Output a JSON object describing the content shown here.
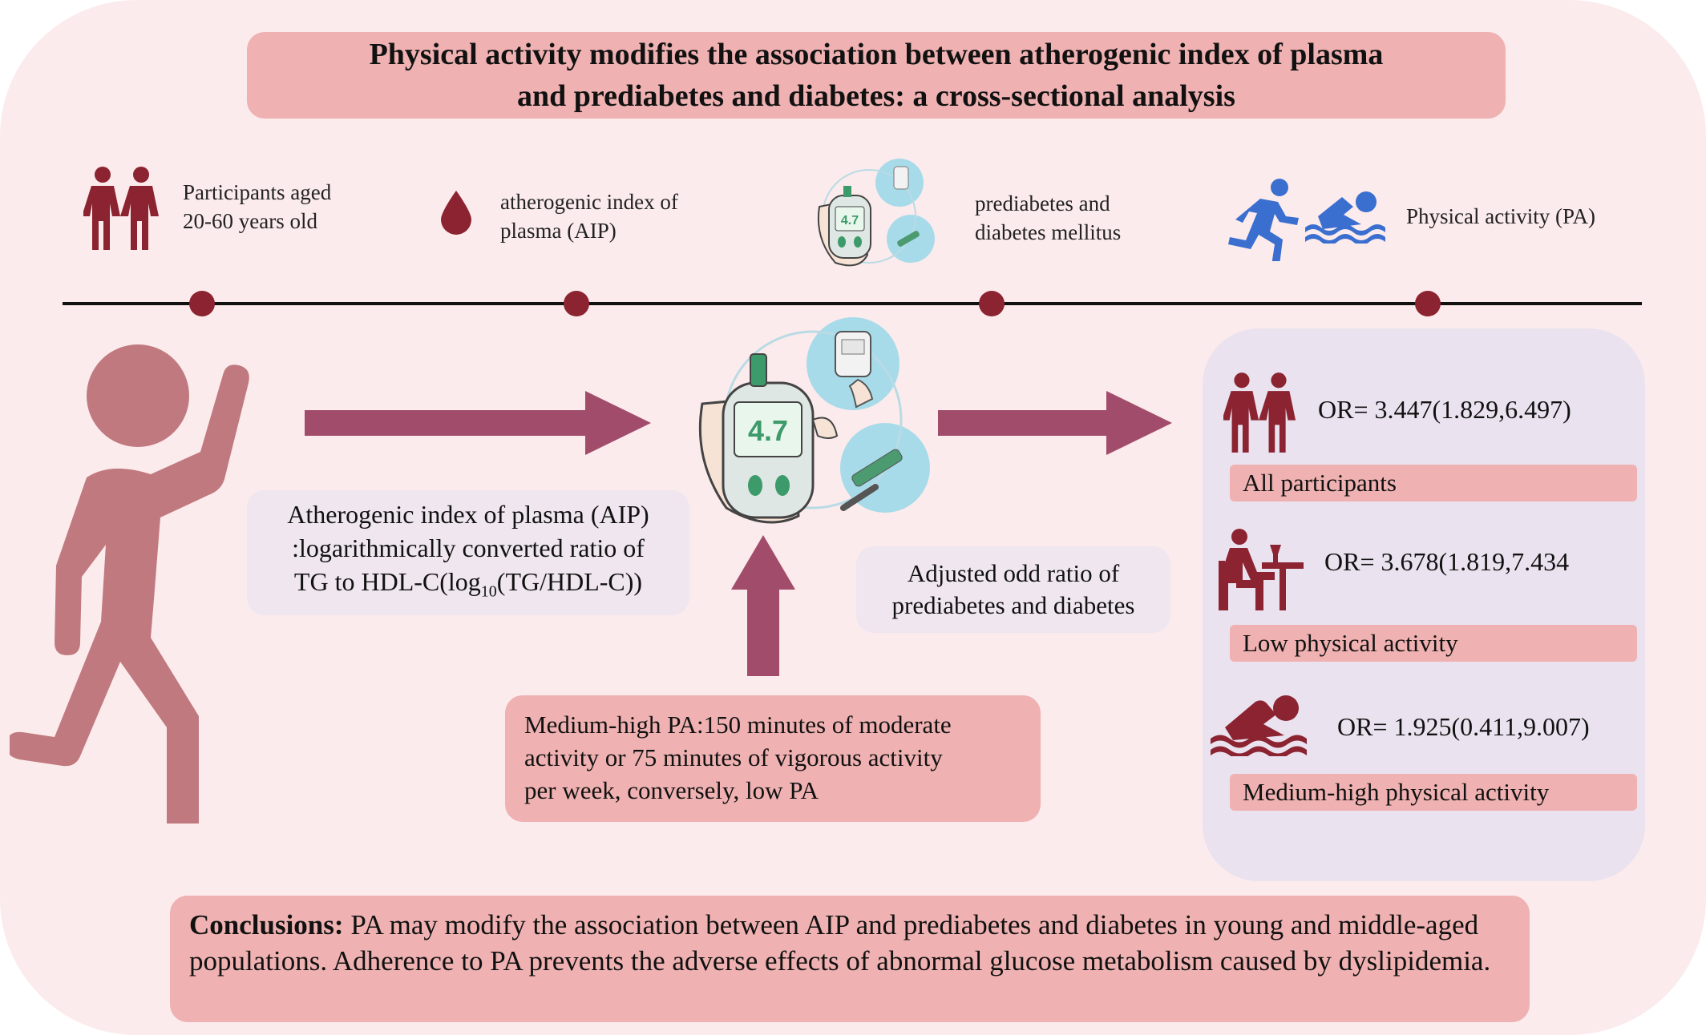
{
  "title": "Physical activity modifies the association between atherogenic index of plasma\nand prediabetes and diabetes: a cross-sectional analysis",
  "timeline": {
    "participants": "Participants aged\n20-60 years old",
    "aip": "atherogenic index of\nplasma (AIP)",
    "diabetes": "prediabetes and\ndiabetes mellitus",
    "pa": "Physical activity (PA)"
  },
  "meter_reading": "4.7",
  "aip_definition": {
    "line1": "Atherogenic index of plasma (AIP)",
    "line2": ":logarithmically converted ratio of",
    "line3_prefix": "TG to HDL-C(log",
    "line3_sub": "10",
    "line3_suffix": "(TG/HDL-C))"
  },
  "pa_definition": "Medium-high PA:150 minutes of moderate\nactivity or 75 minutes of vigorous activity\nper week, conversely, low PA",
  "odds_label": "Adjusted odd ratio of\nprediabetes and diabetes",
  "results": [
    {
      "or": "OR= 3.447(1.829,6.497)",
      "group": "All participants",
      "icon": "two-people-icon"
    },
    {
      "or": "OR= 3.678(1.819,7.434",
      "group": "Low physical activity",
      "icon": "sitting-person-icon"
    },
    {
      "or": "OR= 1.925(0.411,9.007)",
      "group": "Medium-high physical activity",
      "icon": "swimmer-icon"
    }
  ],
  "conclusion": {
    "label": "Conclusions:",
    "text": " PA may modify the association between AIP and prediabetes and diabetes in young and middle-aged populations. Adherence to PA prevents the adverse effects of abnormal glucose metabolism caused by dyslipidemia."
  },
  "colors": {
    "background": "#fcebec",
    "title_box": "#efb1b1",
    "arrow": "#a24c6b",
    "dark_red": "#8b2331",
    "figure": "#c07a7f",
    "blue": "#3a6fd0",
    "panel": "#eae2ef",
    "cyan": "#a8dbe9"
  }
}
